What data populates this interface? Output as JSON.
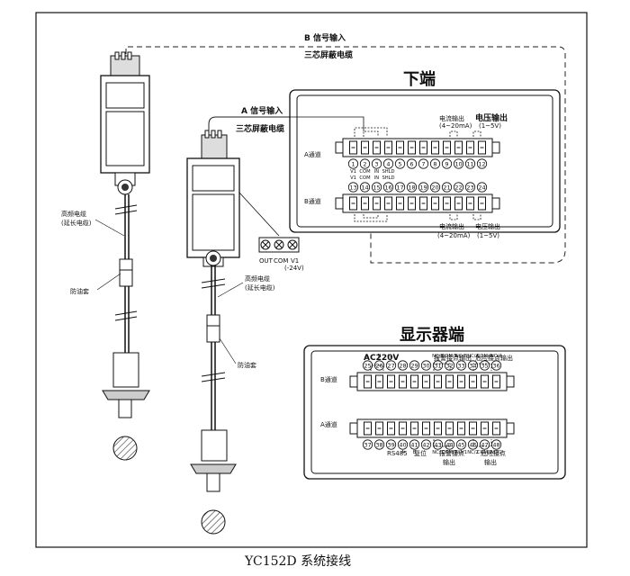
{
  "caption": "YC152D 系统接线",
  "signal_b": "B 信号输入",
  "cable_b": "三芯屏蔽电缆",
  "signal_a": "A 信号输入",
  "cable_a": "三芯屏蔽电缆",
  "lower_end": {
    "title": "下端",
    "a_channel": "A通道",
    "b_channel": "B通道",
    "top_terminal_labels": [
      "V1",
      "COM",
      "IN",
      "SHLD"
    ],
    "top_terminal_numbers": [
      "1",
      "2",
      "3",
      "4",
      "5",
      "6",
      "7",
      "8",
      "9",
      "10",
      "11",
      "12"
    ],
    "bottom_terminal_numbers": [
      "13",
      "14",
      "15",
      "16",
      "17",
      "18",
      "19",
      "20",
      "21",
      "22",
      "23",
      "24"
    ],
    "bottom_terminal_labels": [
      "V1",
      "COM",
      "IN",
      "SHLD"
    ],
    "current_out_top": "电流输出",
    "current_out_top_range": "(4~20mA)",
    "voltage_out_top": "电压输出",
    "voltage_out_top_range": "(1~5V)",
    "current_out_bottom": "电流输出",
    "current_out_bottom_range": "(4~20mA)",
    "voltage_out_bottom": "电压输出",
    "voltage_out_bottom_range": "(1~5V)"
  },
  "sensor_terminals": {
    "out": "OUT",
    "com": "COM",
    "v1": "V1",
    "v1_sub": "(-24V)"
  },
  "left_sensor": {
    "hf_cable": "高频电缆",
    "ext_cable": "(延长电缆)",
    "oil_guard": "防油套"
  },
  "right_sensor": {
    "hf_cable": "高频电缆",
    "ext_cable": "(延长电缆)",
    "oil_guard": "防油套"
  },
  "display_end": {
    "title": "显示器端",
    "ac": "AC220V",
    "alarm_out_top": "报警接点输出",
    "danger_out_top": "危险接点输出",
    "b_channel": "B通道",
    "a_channel": "A通道",
    "top_labels": [
      "L",
      "N",
      "(⊥)",
      "",
      "",
      "",
      "NC/B",
      "COM/B",
      "NO/B",
      "NC/A",
      "COM/A",
      "NO/A"
    ],
    "top_numbers": [
      "25",
      "26",
      "27",
      "28",
      "29",
      "30",
      "31",
      "32",
      "33",
      "34",
      "35",
      "36"
    ],
    "bottom_numbers": [
      "37",
      "38",
      "39",
      "40",
      "41",
      "42",
      "43",
      "44",
      "45",
      "46",
      "47",
      "48"
    ],
    "bottom_labels": [
      "",
      "",
      "",
      "A",
      "B",
      "",
      "NC/1",
      "COM/1",
      "NO/1",
      "NC/2",
      "COM/2",
      "NO/2"
    ],
    "rs485": "RS485",
    "reset": "复位",
    "alarm_contact": "报警接点",
    "alarm_contact_2": "输出",
    "danger_contact": "危险接点",
    "danger_contact_2": "输出"
  }
}
